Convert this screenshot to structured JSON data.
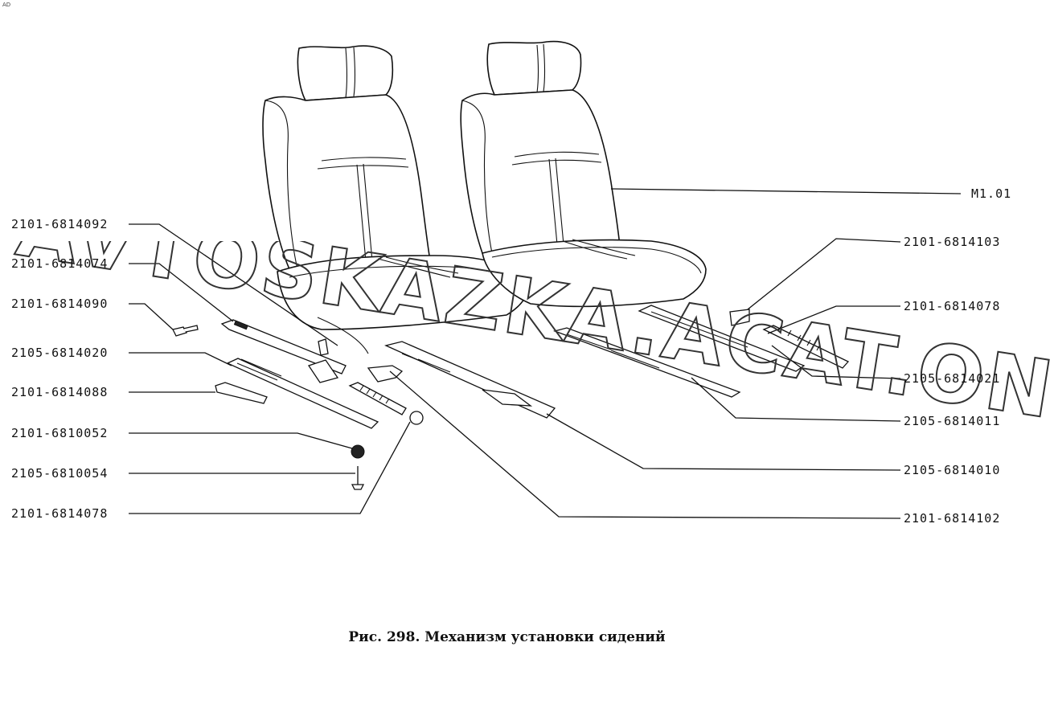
{
  "corner_mark": "AD",
  "figure": {
    "caption": "Рис. 298. Механизм установки сидений",
    "watermark": "AVTOSKAZKA.ACAT.ONLINE"
  },
  "left_labels": [
    "2101-6814092",
    "2101-6814074",
    "2101-6814090",
    "2105-6814020",
    "2101-6814088",
    "2101-6810052",
    "2105-6810054",
    "2101-6814078"
  ],
  "right_labels": [
    "M1.01",
    "2101-6814103",
    "2101-6814078",
    "2105-6814021",
    "2105-6814011",
    "2105-6814010",
    "2101-6814102"
  ]
}
